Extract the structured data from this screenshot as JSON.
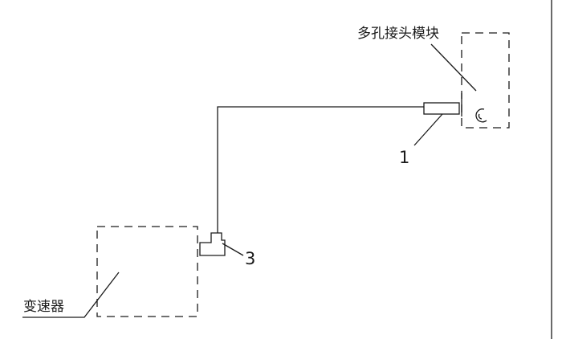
{
  "diagram": {
    "labels": {
      "multi_hole_connector_module": "多孔接头模块",
      "part_1": "1",
      "part_3": "3",
      "transmission": "变速器"
    }
  }
}
